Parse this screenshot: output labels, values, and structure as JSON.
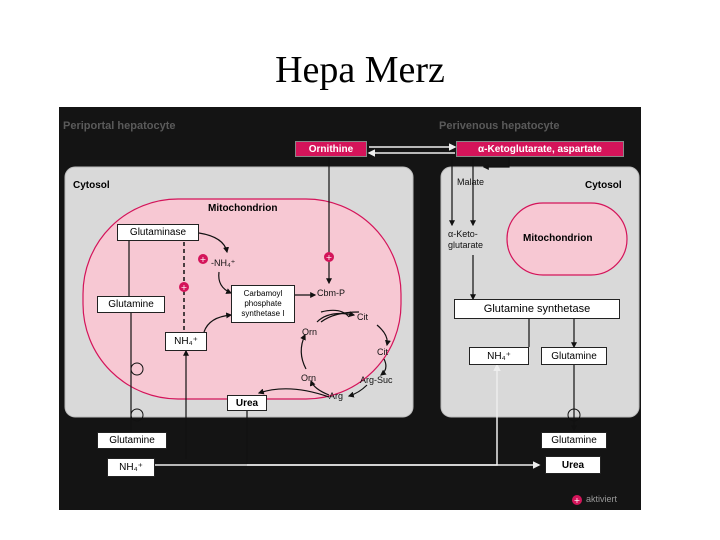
{
  "slide": {
    "title": "Hepa Merz"
  },
  "headers": {
    "periportal": "Periportal hepatocyte",
    "perivenous": "Perivenous hepatocyte"
  },
  "compartments": {
    "cytosol_left": "Cytosol",
    "cytosol_right": "Cytosol",
    "mito_left": "Mitochondrion",
    "mito_right": "Mitochondrion"
  },
  "boxes": {
    "ornithine": "Ornithine",
    "ketoglutarate": "α-Ketoglutarate, aspartate",
    "glutaminase": "Glutaminase",
    "glutamine_left": "Glutamine",
    "nh4_mito": "NH₄⁺",
    "cps_line1": "Carbamoyl",
    "cps_line2": "phosphate",
    "cps_line3": "synthetase I",
    "urea_left": "Urea",
    "glutamine_bottom_left": "Glutamine",
    "nh4_bottom_left": "NH₄⁺",
    "glutamine_synthetase": "Glutamine synthetase",
    "nh4_right": "NH₄⁺",
    "glutamine_right": "Glutamine",
    "glutamine_bottom_right": "Glutamine",
    "urea_bottom_right": "Urea"
  },
  "metabolites": {
    "nh4_free": "-NH₄⁺",
    "cbmp": "Cbm-P",
    "orn_top": "Orn",
    "cit_top": "Cit",
    "cit_mid": "Cit",
    "orn_bottom": "Orn",
    "argsuc": "Arg-Suc",
    "arg": "Arg",
    "malate": "Malate",
    "aketo_line1": "α-Keto-",
    "aketo_line2": "glutarate"
  },
  "legend": {
    "label": "aktiviert"
  },
  "colors": {
    "background": "#141414",
    "cytosol": "#d9d9d9",
    "mitochondrion": "#f7c8d3",
    "accent": "#d4145a",
    "header_text": "#5a5a5a"
  }
}
